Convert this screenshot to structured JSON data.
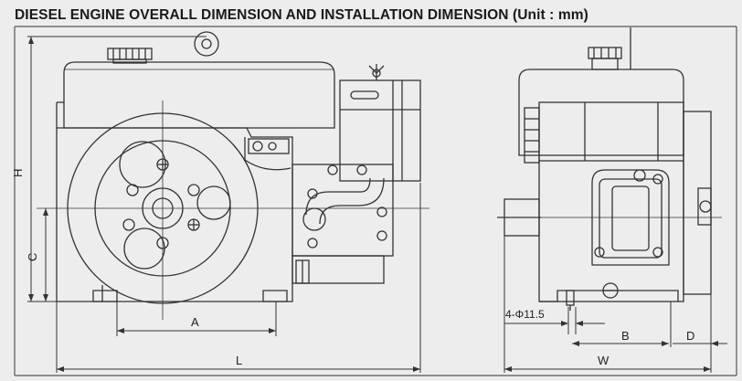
{
  "title": "DIESEL ENGINE OVERALL DIMENSION AND INSTALLATION DIMENSION (Unit : mm)",
  "colors": {
    "background": "#ededed",
    "line": "#333333",
    "frame": "#555555"
  },
  "dimension_labels": {
    "H": "H",
    "C": "C",
    "A": "A",
    "L": "L",
    "hole": "4-Φ11.5",
    "B": "B",
    "D": "D",
    "W": "W"
  }
}
